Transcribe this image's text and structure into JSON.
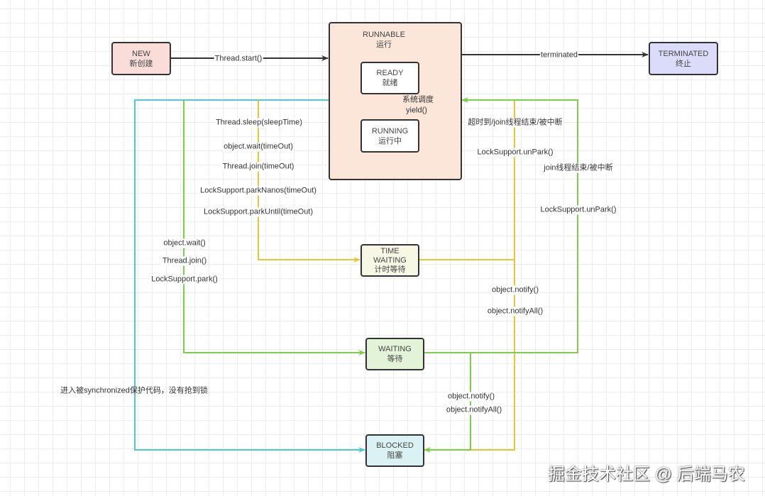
{
  "states": {
    "new": {
      "en": "NEW",
      "zh": "新创建",
      "color": "#fadcd9"
    },
    "runnable": {
      "en": "RUNNABLE",
      "zh": "运行",
      "color": "#fce6d9"
    },
    "ready": {
      "en": "READY",
      "zh": "就绪"
    },
    "running": {
      "en": "RUNNING",
      "zh": "运行中"
    },
    "terminated": {
      "en": "TERMINATED",
      "zh": "终止",
      "color": "#dcdcfa"
    },
    "time_waiting": {
      "en1": "TIME",
      "en2": "WAITING",
      "zh": "计时等待",
      "color": "#f7f7e6"
    },
    "waiting": {
      "en": "WAITING",
      "zh": "等待",
      "color": "#e2f3d7"
    },
    "blocked": {
      "en": "BLOCKED",
      "zh": "阻塞",
      "color": "#daf2f3"
    }
  },
  "edge_colors": {
    "cyan": "#4fc9cf",
    "green": "#7ccf4a",
    "yellow": "#e3c93a",
    "black": "#333333"
  },
  "labels": {
    "start": "Thread.start()",
    "terminated": "terminated",
    "schedule": "系统调度",
    "yield": "yield()",
    "sleep": "Thread.sleep(sleepTime)",
    "wait_timeout": "object.wait(timeOut)",
    "join_timeout": "Thread.join(timeOut)",
    "park_nanos": "LockSupport.parkNanos(timeOut)",
    "park_until": "LockSupport.parkUntil(timeOut)",
    "wait": "object.wait()",
    "join": "Thread.join()",
    "park": "LockSupport.park()",
    "timeout_back": "超时到/join线程结束/被中断",
    "unpark_1": "LockSupport.unPark()",
    "join_end": "join线程结束/被中断",
    "unpark_2": "LockSupport.unPark()",
    "notify_1": "object.notify()",
    "notify_all_1": "object.notifyAll()",
    "notify_2": "object.notify()",
    "notify_all_2": "object.notifyAll()",
    "synchronized": "进入被synchronized保护代码，没有抢到锁"
  },
  "watermark": "掘金技术社区 @ 后端马农"
}
